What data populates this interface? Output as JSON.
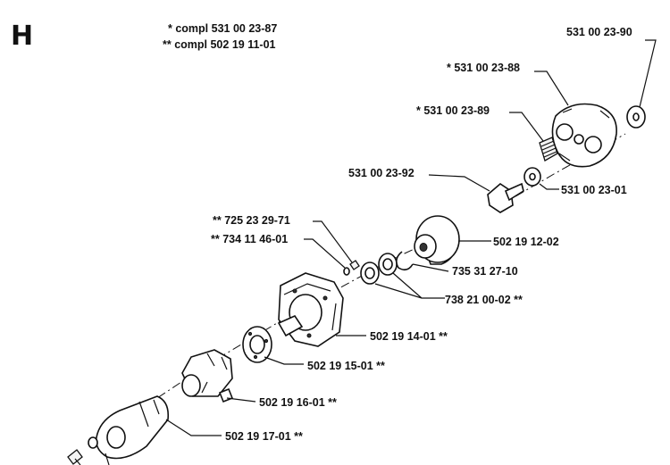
{
  "section_letter": "H",
  "legend": {
    "single_star": "*  compl 531 00 23-87",
    "double_star": "**  compl 502 19 11-01"
  },
  "part_labels": {
    "p_531002390": "531 00 23-90",
    "p_531002388": "*  531 00 23-88",
    "p_531002389": "*  531 00 23-89",
    "p_531002392": "531 00 23-92",
    "p_531002301": "531 00 23-01",
    "p_725232971": "**  725 23 29-71",
    "p_734114601": "**  734 11 46-01",
    "p_502191202": "502 19 12-02",
    "p_735312710": "735 31 27-10",
    "p_738210002": "738 21 00-02  **",
    "p_502191401": "502 19 14-01  **",
    "p_502191501": "502 19 15-01  **",
    "p_502191601": "502 19 16-01  **",
    "p_502191701": "502 19 17-01  **"
  }
}
